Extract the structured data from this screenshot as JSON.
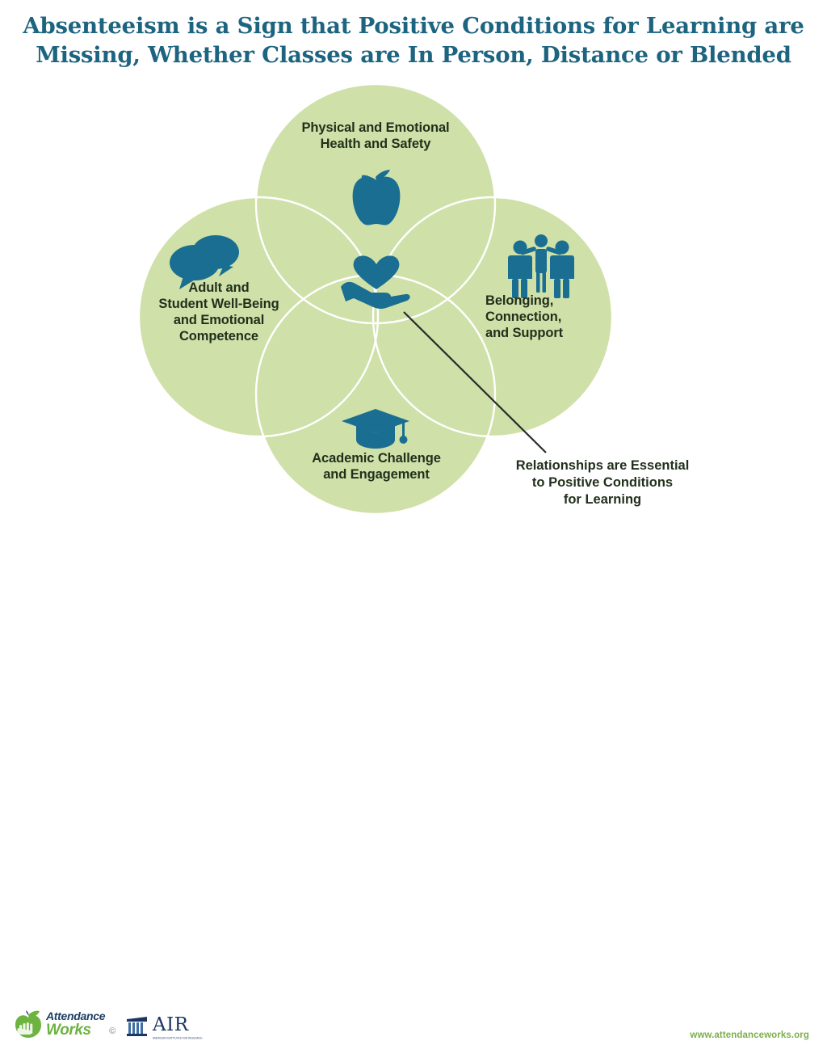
{
  "title": {
    "line1": "Absenteeism is a Sign that Positive Conditions for Learning are",
    "line2": "Missing, Whether Classes are In Person, Distance or Blended",
    "color": "#1d6480"
  },
  "diagram": {
    "type": "venn",
    "circle_count": 4,
    "base_fill": "#cfe0a8",
    "overlap_fill": "#a8cc7a",
    "center_fill": "#8dbf5e",
    "outline": "#ffffff",
    "icon_color": "#1a6e91",
    "circles": [
      {
        "id": "top",
        "position": "top",
        "label_line1": "Physical and Emotional",
        "label_line2": "Health and Safety",
        "icon": "apple-icon"
      },
      {
        "id": "left",
        "position": "left",
        "label_line1": "Adult and",
        "label_line2": "Student Well-Being",
        "label_line3": "and Emotional",
        "label_line4": "Competence",
        "icon": "speech-bubbles-icon"
      },
      {
        "id": "right",
        "position": "right",
        "label_line1": "Belonging,",
        "label_line2": "Connection,",
        "label_line3": "and Support",
        "icon": "three-people-icon"
      },
      {
        "id": "bottom",
        "position": "bottom",
        "label_line1": "Academic Challenge",
        "label_line2": "and Engagement",
        "icon": "graduation-cap-icon"
      }
    ],
    "center": {
      "icon": "heart-in-hand-icon"
    },
    "annotation": {
      "line1": "Relationships are Essential",
      "line2": "to Positive Conditions",
      "line3": "for Learning"
    }
  },
  "footer": {
    "attendance_works": {
      "word1": "Attendance",
      "word2": "Works",
      "copyright": "©"
    },
    "air": {
      "word": "AIR",
      "tagline": "AMERICAN INSTITUTES FOR RESEARCH"
    },
    "url": "www.attendanceworks.org"
  }
}
